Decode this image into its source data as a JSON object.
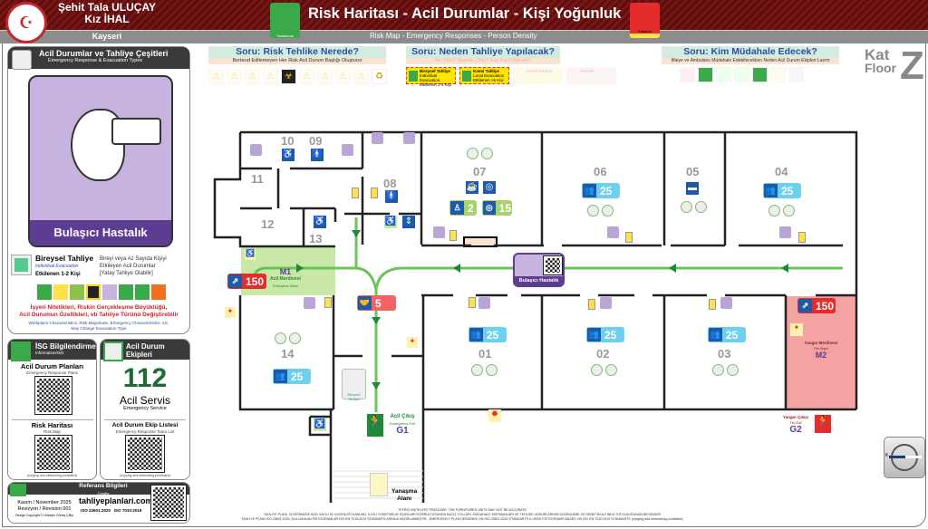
{
  "header": {
    "school": "Şehit Tala ULUÇAY",
    "school2": "Kız İHAL",
    "city": "Kayseri",
    "title": "Risk Haritası - Acil Durumlar - Kişi Yoğunluk",
    "subtitle": "Risk Map - Emergency Responses - Person Density",
    "left_sign": "Yaralanma",
    "right_sign": "Patlama"
  },
  "questions": [
    {
      "title": "Soru: Risk Tehlike Nerede?",
      "sub": "Bertaraf Edilemeyen Her Risk Acil Durum Başlığı Oluşturur"
    },
    {
      "title": "Soru: Neden Tahliye Yapılacak?",
      "sub": "Ne Oldu? Nerede Oldu? Kaç Kişi Etkilendi?",
      "cards": [
        {
          "t": "Bireysel Tahliye",
          "s": "Individual Evacuation",
          "n": "Etkilenen 1-4 Kişi"
        },
        {
          "t": "Kısmi Tahliye",
          "s": "Local Evacuation",
          "n": "Etkilenen >5 Kişi"
        },
        {
          "t": "Genel Tahliye",
          "s": "",
          "n": ""
        },
        {
          "t": "Yerinde",
          "s": "",
          "n": ""
        }
      ]
    },
    {
      "title": "Soru: Kim Müdahale Edecek?",
      "sub": "İtfaiye ve Ambulans Müdahale Edebilecekken Neden Acil Durum Ekipleri Lazım"
    }
  ],
  "floor": {
    "kat": "Kat",
    "floor": "Floor",
    "code": "Z"
  },
  "left": {
    "types_title": "Acil Durumlar ve Tahliye Çeşitleri",
    "types_sub": "Emergency Response & Evacuation Types",
    "card_label": "Bulaşıcı Hastalık",
    "evac_title": "Bireysel Tahliye",
    "evac_en": "Individual Evacuation",
    "evac_count": "Etkilenen 1-2 Kişi",
    "evac_desc1": "Bireyi veya Az Sayıda Kişiyi",
    "evac_desc2": "Etkileyen Acil Durumlar",
    "evac_desc3": "[Yatay Tahliye Olabilir]",
    "warn1": "İşyeri Nitelikleri, Riskin Gerçekleşme Büyüklüğü,",
    "warn2": "Acil Durumun Özellikleri, vb Tahliye Türünü Değiştirebilir",
    "warn_en1": "Workplace Characteristics, Risk Magnitude, Emergency Characteristics, etc.",
    "warn_en2": "May Change Evacuation Type",
    "isg_title": "İSG Bilgilendirme",
    "isg_sub": "Information/ISG",
    "plans": "Acil Durum Planları",
    "plans_en": "Emergency Response Plans",
    "riskmap": "Risk Haritası",
    "riskmap_en": "Risk Map",
    "team_title": "Acil Durum Ekipleri",
    "team_sub": "Emergency Response Team",
    "phone": "112",
    "service": "Acil Servis",
    "service_en": "Emergency Service",
    "team_list": "Acil Durum Ekip Listesi",
    "team_list_en": "Emergency Response Team List",
    "copy": "(copying and networking prohibited)",
    "ref_title": "Referans Bilgileri",
    "ref_sub": "Credits",
    "date": "Kasım / November 2025",
    "rev": "Revizyon / Revision 001",
    "design": "Design Copyright © Hüseyin Güneş Çiftçi",
    "site": "tahliyeplanlari.com",
    "iso1": "23601:2020",
    "iso2": "7010:2019"
  },
  "rooms": {
    "r10": "10",
    "r09": "09",
    "r11": "11",
    "r12": "12",
    "r13": "13",
    "r08": "08",
    "r07": "07",
    "r06": "06",
    "r05": "05",
    "r04": "04",
    "r14": "14",
    "r01": "01",
    "r02": "02",
    "r03": "03"
  },
  "density": {
    "r07a": "2",
    "r07b": "15",
    "r06": "25",
    "r04": "25",
    "r14": "25",
    "r01": "25",
    "r02": "25",
    "r03": "25",
    "m1": "150",
    "m2": "150",
    "corr": "5"
  },
  "map": {
    "m1": "M1",
    "m1_tr": "Acil Merdiveni",
    "m1_en": "Emergency Stairs",
    "m2": "M2",
    "m2_tr": "Yangın Merdiveni",
    "m2_en": "Fire Stairs",
    "g1": "G1",
    "g1_tr": "Acil Çıkış",
    "g1_en": "Emergency Exit",
    "g2": "G2",
    "g2_tr": "Yangın Çıkışı",
    "g2_en": "Fire Exit",
    "risk_tag": "Bulaşıcı Hastalık",
    "assembly1": "Yanaşma",
    "assembly2": "Alanı",
    "evac_sign": "Bireysel Tahliye"
  },
  "footer": {
    "l1": "TEFRİŞ ÜNİTELERİ TEMSİLİDİR. THE FURNITURES UNITS MAY NOT BE ACCURATE",
    "l2": "TAHLİYE PLANI, İŞYERİMİZDE 6331 SAYILI İŞ GÜVENLİĞİ KANUNU, İLGİLİ YÖNETMELİK EŞASLARI DOĞRULTUSUNDA KAÇIŞ YOLLARI, MÜDAHALE EKİPMANLARI VE TEHLİKE UNSURLARININ DÜZENLEME VE DENETİM ALTINDA TUTULDUĞUNUN BEYANIDIR",
    "l3": "TAHLİYE PLANI ISO 23601:2020, KULLANILAN PİKTOGRAMLAR ISO EN 7010:2019 STANDARTLARINDA HAZIRLANMIŞTIR - EMERGENCY PLAN DESIGNED ON ISO 23601:2020 STANDARTS & USED PICTOGRAMS BASED ON ISO EN 7010:2019 STANDARTS (copying and networking prohibited)"
  },
  "compass": {
    "north": "K"
  },
  "colors": {
    "header": "#6b1212",
    "route": "#5cbf4a",
    "density": "#6dd0ee",
    "danger": "#e52b2b",
    "purple": "#6b4aa0",
    "stairs_m1": "#c9e8a8",
    "stairs_m2": "#f4a3a3"
  }
}
